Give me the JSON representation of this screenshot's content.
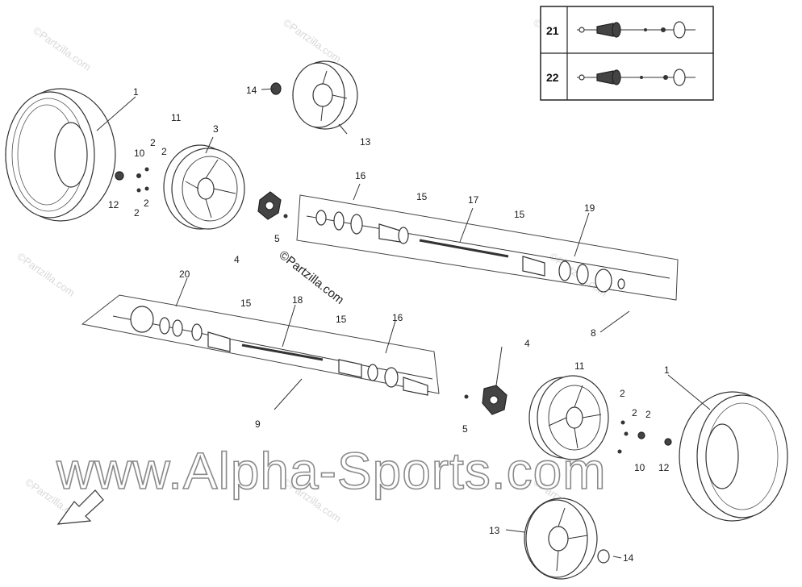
{
  "watermarks": {
    "site_small": "©Partzilla.com",
    "site_center": "©Partzilla.com",
    "site_big": "www.Alpha-Sports.com"
  },
  "legend": {
    "rows": [
      {
        "number": "21"
      },
      {
        "number": "22"
      }
    ]
  },
  "callouts": [
    {
      "id": "c1-top",
      "text": "1"
    },
    {
      "id": "c1-bottom",
      "text": "1"
    },
    {
      "id": "c2-a",
      "text": "2"
    },
    {
      "id": "c2-b",
      "text": "2"
    },
    {
      "id": "c2-c",
      "text": "2"
    },
    {
      "id": "c2-d",
      "text": "2"
    },
    {
      "id": "c2-e",
      "text": "2"
    },
    {
      "id": "c2-f",
      "text": "2"
    },
    {
      "id": "c2-g",
      "text": "2"
    },
    {
      "id": "c3",
      "text": "3"
    },
    {
      "id": "c4-top",
      "text": "4"
    },
    {
      "id": "c4-bottom",
      "text": "4"
    },
    {
      "id": "c5-top",
      "text": "5"
    },
    {
      "id": "c5-bottom",
      "text": "5"
    },
    {
      "id": "c8",
      "text": "8"
    },
    {
      "id": "c9",
      "text": "9"
    },
    {
      "id": "c10-top",
      "text": "10"
    },
    {
      "id": "c10-bottom",
      "text": "10"
    },
    {
      "id": "c11-top",
      "text": "11"
    },
    {
      "id": "c11-bottom",
      "text": "11"
    },
    {
      "id": "c12-top",
      "text": "12"
    },
    {
      "id": "c12-bottom",
      "text": "12"
    },
    {
      "id": "c13-top",
      "text": "13"
    },
    {
      "id": "c13-bottom",
      "text": "13"
    },
    {
      "id": "c14-top",
      "text": "14"
    },
    {
      "id": "c14-bottom",
      "text": "14"
    },
    {
      "id": "c15-a",
      "text": "15"
    },
    {
      "id": "c15-b",
      "text": "15"
    },
    {
      "id": "c15-c",
      "text": "15"
    },
    {
      "id": "c15-d",
      "text": "15"
    },
    {
      "id": "c16-top",
      "text": "16"
    },
    {
      "id": "c16-bottom",
      "text": "16"
    },
    {
      "id": "c17",
      "text": "17"
    },
    {
      "id": "c18",
      "text": "18"
    },
    {
      "id": "c19",
      "text": "19"
    },
    {
      "id": "c20",
      "text": "20"
    }
  ]
}
